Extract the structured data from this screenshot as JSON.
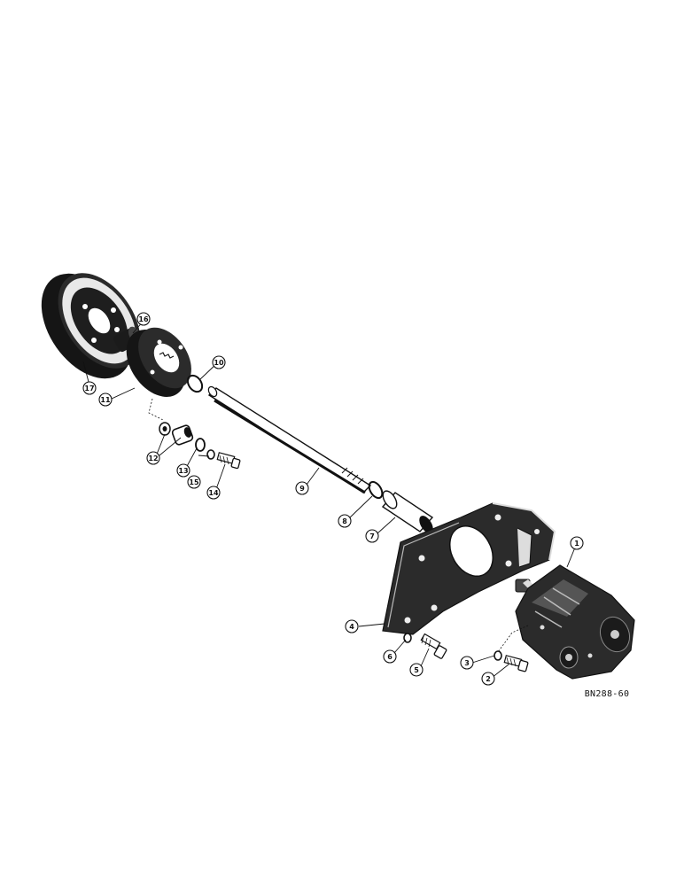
{
  "diagram": {
    "figure_code": "BN288-60",
    "callouts": [
      {
        "key": "c1",
        "label": "1"
      },
      {
        "key": "c2",
        "label": "2"
      },
      {
        "key": "c3",
        "label": "3"
      },
      {
        "key": "c4",
        "label": "4"
      },
      {
        "key": "c5",
        "label": "5"
      },
      {
        "key": "c6",
        "label": "6"
      },
      {
        "key": "c7",
        "label": "7"
      },
      {
        "key": "c8",
        "label": "8"
      },
      {
        "key": "c9",
        "label": "9"
      },
      {
        "key": "c10",
        "label": "10"
      },
      {
        "key": "c11",
        "label": "11"
      },
      {
        "key": "c12",
        "label": "12"
      },
      {
        "key": "c13",
        "label": "13"
      },
      {
        "key": "c14",
        "label": "14"
      },
      {
        "key": "c15",
        "label": "15"
      },
      {
        "key": "c16",
        "label": "16"
      },
      {
        "key": "c17",
        "label": "17"
      }
    ]
  }
}
